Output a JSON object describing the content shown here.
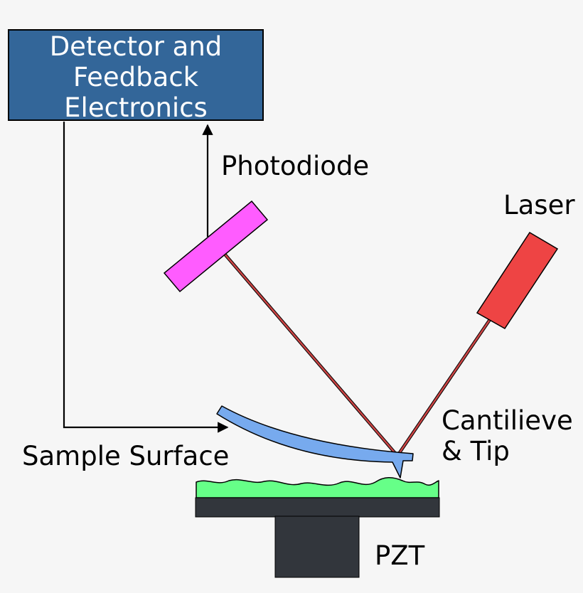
{
  "labels": {
    "detector_line1": "Detector and",
    "detector_line2": "Feedback",
    "detector_line3": "Electronics",
    "photodiode": "Photodiode",
    "laser": "Laser",
    "cantilever_line1": "Cantilieve",
    "cantilever_line2": "& Tip",
    "sample_surface": "Sample Surface",
    "pzt": "PZT"
  },
  "colors": {
    "background": "#f6f6f6",
    "detector_box": "#336699",
    "detector_text": "#ffffff",
    "photodiode": "#ff5cff",
    "laser": "#ee4444",
    "beam": "#cc4444",
    "cantilever": "#77aaee",
    "sample": "#66ff88",
    "stage": "#32363c",
    "line": "#000000"
  }
}
